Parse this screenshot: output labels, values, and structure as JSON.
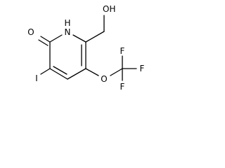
{
  "structure": {
    "atoms": {
      "hydroxyl": "OH",
      "ring_nitrogen": "N",
      "ring_nitrogen_hydrogen": "H",
      "carbonyl_oxygen": "O",
      "iodine": "I",
      "ether_oxygen": "O",
      "fluorine_top": "F",
      "fluorine_right": "F",
      "fluorine_bottom": "F"
    }
  }
}
